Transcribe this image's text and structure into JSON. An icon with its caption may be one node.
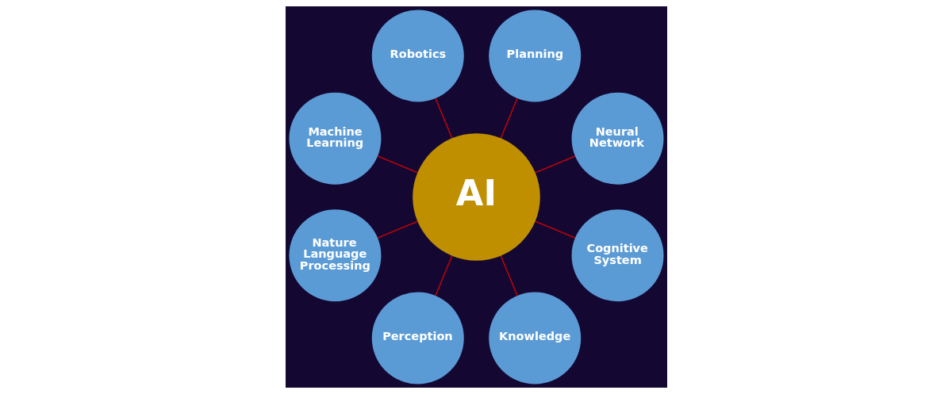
{
  "diagram": {
    "nodes": [
      {
        "text": [
          "AI"
        ]
      },
      {
        "text": [
          "Neural Network"
        ]
      },
      {
        "text": [
          "Planning"
        ]
      },
      {
        "text": [
          "Robotics"
        ]
      },
      {
        "text": [
          "Machine Learning"
        ]
      },
      {
        "text": [
          "Nature Language Processing"
        ]
      },
      {
        "text": [
          "Perception"
        ]
      },
      {
        "text": [
          "Knowledge"
        ]
      },
      {
        "text": [
          "Cognitive System"
        ]
      }
    ],
    "edges": [
      {
        "from": 0,
        "to": 3,
        "arrow": "none"
      },
      {
        "from": 0,
        "to": 2,
        "arrow": "none"
      },
      {
        "from": 0,
        "to": 1,
        "arrow": "none"
      },
      {
        "from": 0,
        "to": 8,
        "arrow": "none"
      },
      {
        "from": 0,
        "to": 7,
        "arrow": "none"
      },
      {
        "from": 0,
        "to": 6,
        "arrow": "none"
      },
      {
        "from": 0,
        "to": 5,
        "arrow": "none"
      },
      {
        "from": 0,
        "to": 4,
        "arrow": "none"
      }
    ]
  }
}
